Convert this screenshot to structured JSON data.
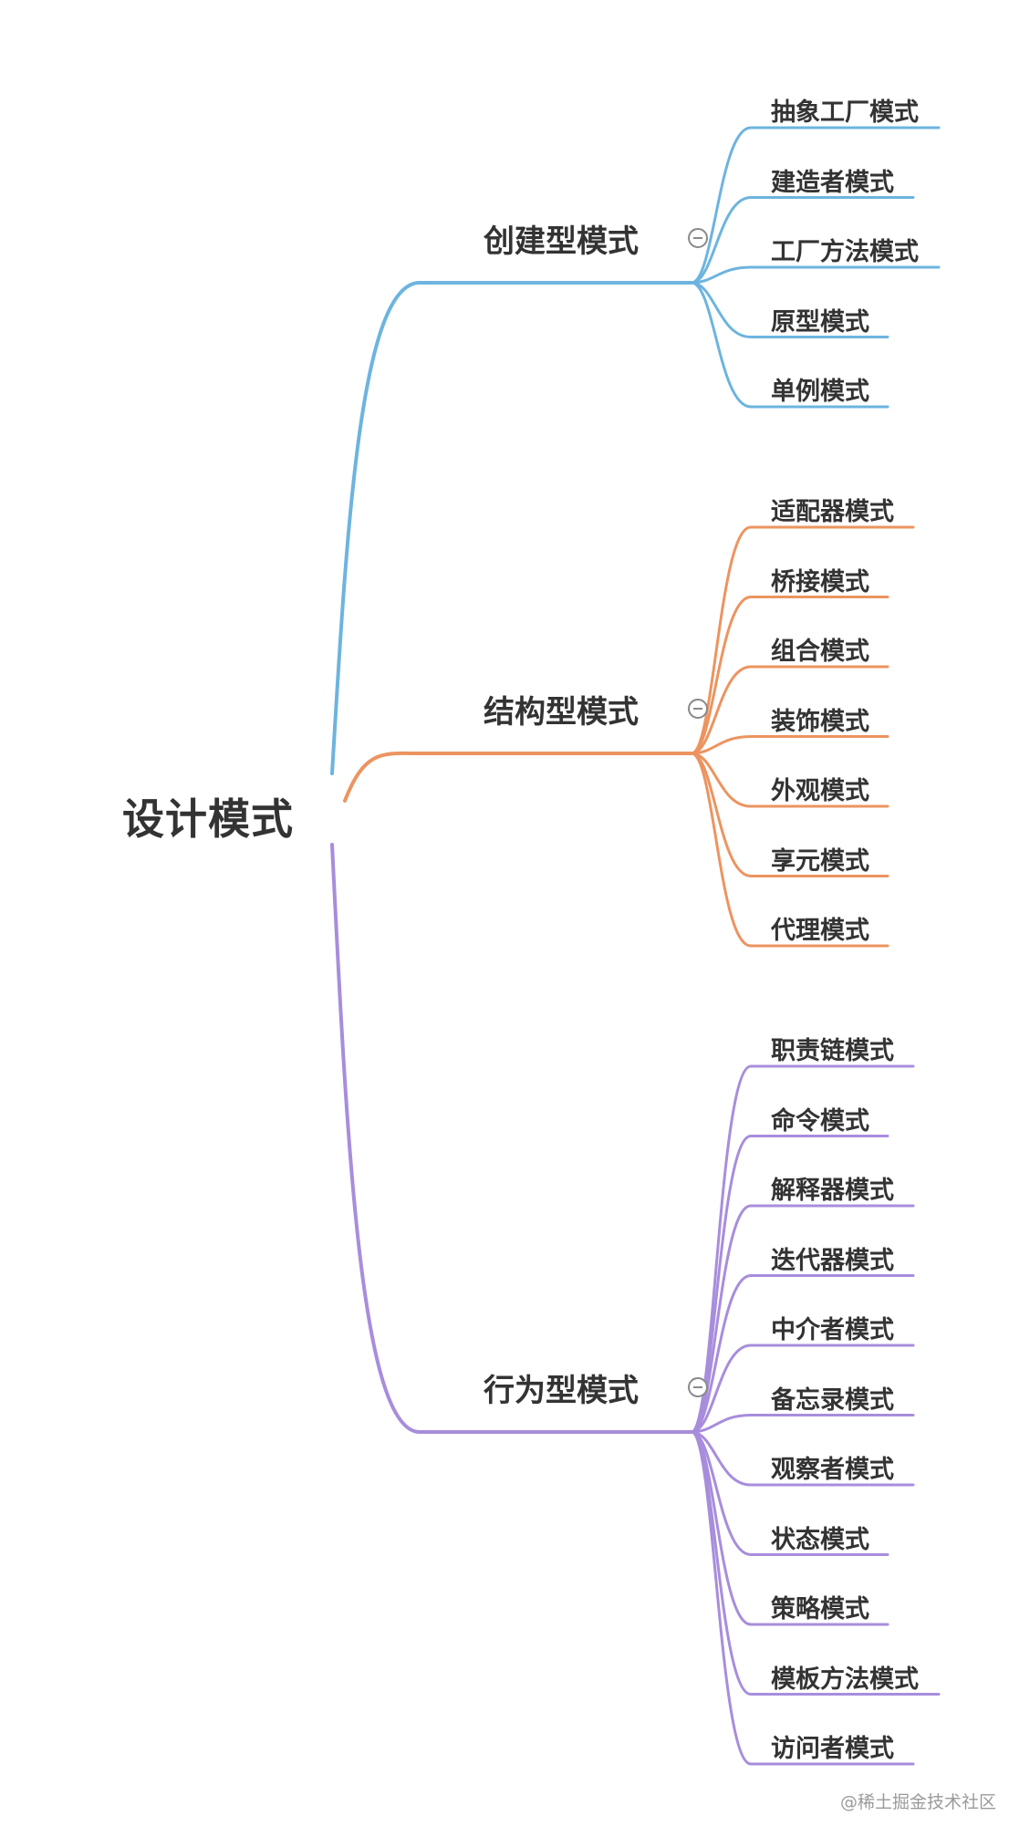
{
  "mindmap": {
    "root": {
      "label": "设计模式"
    },
    "branches": [
      {
        "label": "创建型模式",
        "color": "#6db4df",
        "children": [
          "抽象工厂模式",
          "建造者模式",
          "工厂方法模式",
          "原型模式",
          "单例模式"
        ]
      },
      {
        "label": "结构型模式",
        "color": "#ec9460",
        "children": [
          "适配器模式",
          "桥接模式",
          "组合模式",
          "装饰模式",
          "外观模式",
          "享元模式",
          "代理模式"
        ]
      },
      {
        "label": "行为型模式",
        "color": "#a88ddc",
        "children": [
          "职责链模式",
          "命令模式",
          "解释器模式",
          "迭代器模式",
          "中介者模式",
          "备忘录模式",
          "观察者模式",
          "状态模式",
          "策略模式",
          "模板方法模式",
          "访问者模式"
        ]
      }
    ]
  },
  "icons": {
    "collapse": "minus-circle-icon"
  },
  "watermark": "@稀土掘金技术社区"
}
